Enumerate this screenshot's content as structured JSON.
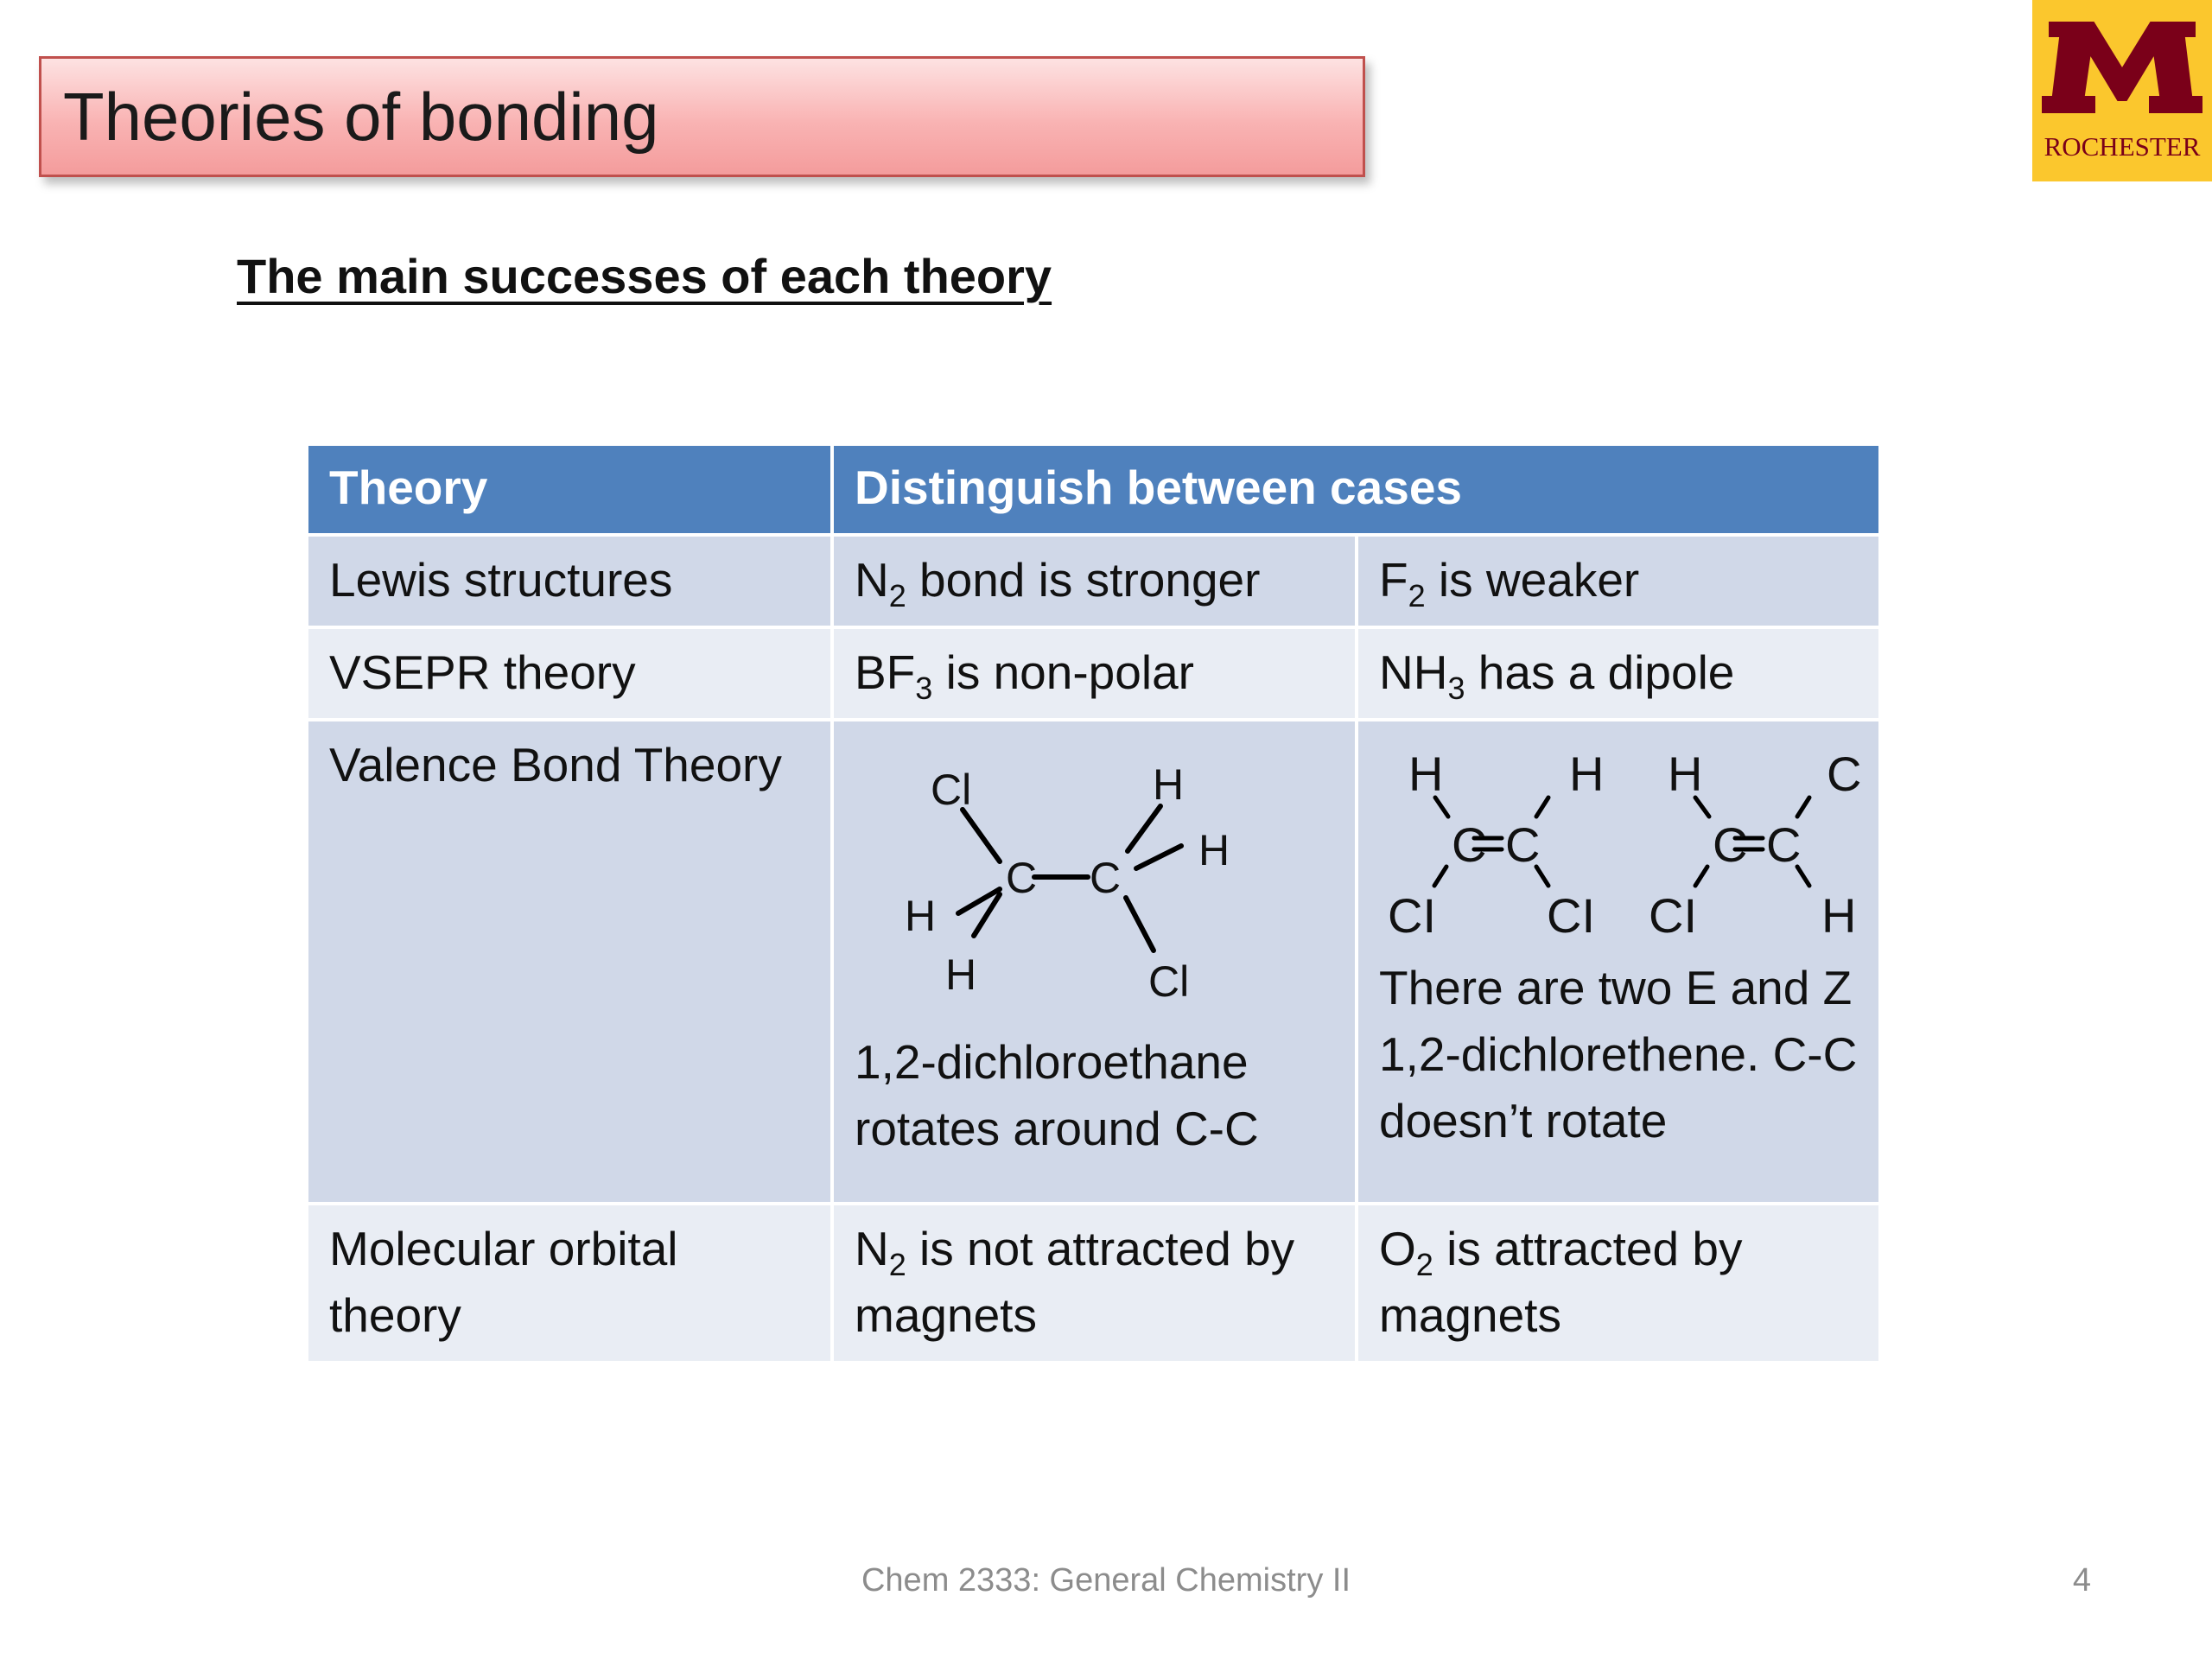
{
  "slide": {
    "title": "Theories of bonding",
    "subtitle": "The main successes of each theory",
    "footer": "Chem 2333: General Chemistry II",
    "page_number": "4"
  },
  "logo": {
    "letter": "M",
    "text": "ROCHESTER",
    "colors": {
      "background": "#fbc72d",
      "letter": "#7a0019"
    }
  },
  "table": {
    "headers": [
      "Theory",
      "Distinguish between cases"
    ],
    "rows": [
      {
        "theory": "Lewis structures",
        "case1": {
          "pre": "N",
          "sub": "2",
          "post": " bond is stronger"
        },
        "case2": {
          "pre": "F",
          "sub": "2",
          "post": " is weaker"
        }
      },
      {
        "theory": "VSEPR theory",
        "case1": {
          "pre": "BF",
          "sub": "3",
          "post": " is non-polar"
        },
        "case2": {
          "pre": "NH",
          "sub": "3",
          "post": " has a dipole"
        }
      },
      {
        "theory": "Valence Bond Theory",
        "case1": {
          "text": "1,2-dichloroethane rotates around C-C",
          "atoms": {
            "c": "C",
            "h": "H",
            "cl": "Cl",
            "cl_alt": "CI"
          }
        },
        "case2": {
          "text": "There are two E and Z 1,2-dichlorethene. C-C doesn’t rotate"
        }
      },
      {
        "theory": "Molecular orbital theory",
        "case1": {
          "pre": "N",
          "sub": "2",
          "post": " is not attracted by magnets"
        },
        "case2": {
          "pre": "O",
          "sub": "2",
          "post": " is attracted by magnets"
        }
      }
    ],
    "colors": {
      "header": "#4f81bd",
      "row_dark": "#d0d8e8",
      "row_light": "#e9edf4"
    }
  }
}
